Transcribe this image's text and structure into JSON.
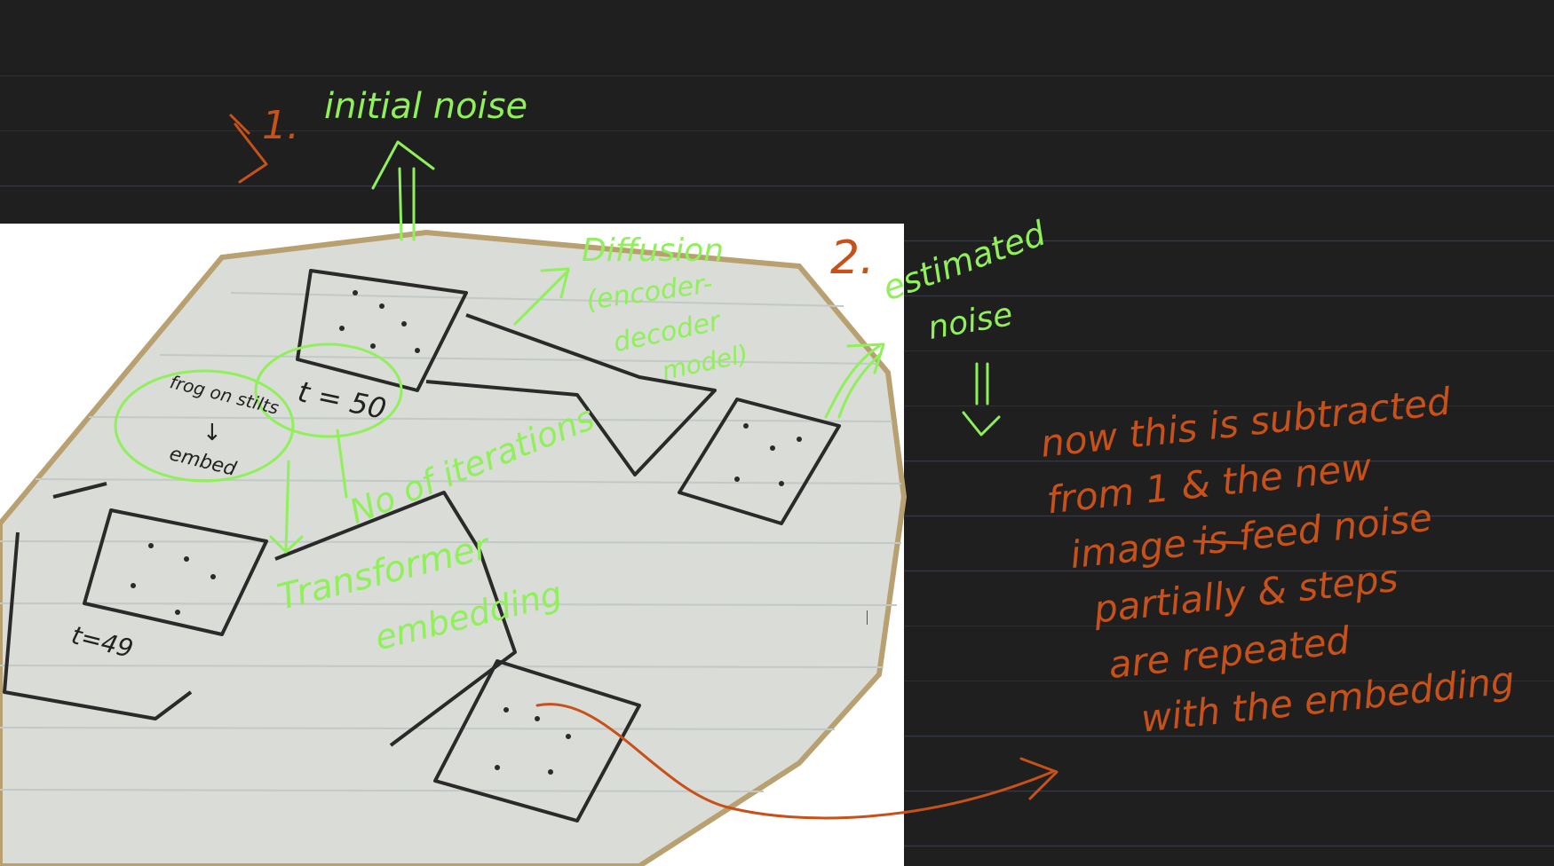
{
  "annotations": {
    "step1_number": "1.",
    "step1_text": "initial noise",
    "step2_number": "2.",
    "step2_line1": "estimated",
    "step2_line2": "noise",
    "diffusion_line1": "Diffusion",
    "diffusion_line2": "(encoder-",
    "diffusion_line3": "decoder",
    "diffusion_line4": "model)",
    "iterations": "No of iterations",
    "transformer_line1": "Transformer",
    "transformer_line2": "embedding",
    "explanation": [
      "now this is subtracted",
      "from 1 & the new",
      "image is feed noise",
      "partially & steps",
      "are repeated",
      "with the embedding"
    ]
  },
  "photo_labels": {
    "prompt_line1": "frog on stilts",
    "prompt_arrow": "↓",
    "prompt_line2": "embed",
    "t_top": "t = 50",
    "t_bottom": "t=49"
  },
  "colors": {
    "background": "#1f1f1f",
    "ruling": "#2b3a55",
    "green_ink": "#8ff05a",
    "orange_ink": "#c8511a",
    "pen_ink": "#222222"
  }
}
